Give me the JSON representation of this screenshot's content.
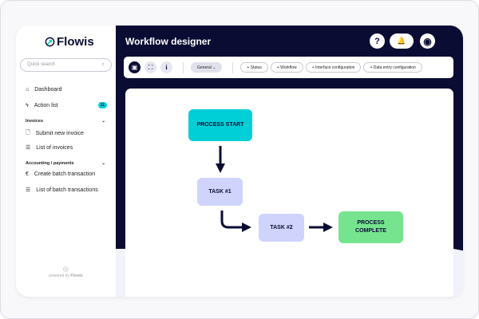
{
  "brand": "Flowis",
  "sidebar": {
    "search_placeholder": "Quick search",
    "items": [
      {
        "label": "Dashboard"
      },
      {
        "label": "Action list",
        "badge": "11"
      }
    ],
    "sections": [
      {
        "title": "Invoices",
        "items": [
          {
            "label": "Submit new invoice"
          },
          {
            "label": "List of invoices"
          }
        ]
      },
      {
        "title": "Accounting / payments",
        "items": [
          {
            "label": "Create batch transaction"
          },
          {
            "label": "List of batch transactions"
          }
        ]
      }
    ],
    "powered_by": "powered by",
    "powered_brand": "Flowis"
  },
  "header": {
    "title": "Workflow designer",
    "help": "?"
  },
  "toolbar": {
    "info": "i",
    "dropdown": "General",
    "buttons": [
      "+ Status",
      "+ Workflow",
      "+ Interface configuration",
      "+ Data entry configuration"
    ]
  },
  "diagram": {
    "nodes": [
      {
        "label": "PROCESS START",
        "color": "#00cfd8"
      },
      {
        "label": "TASK #1",
        "color": "#d0d3fb"
      },
      {
        "label": "TASK #2",
        "color": "#d0d3fb"
      },
      {
        "label": "PROCESS COMPLETE",
        "color": "#76e48f"
      }
    ]
  }
}
